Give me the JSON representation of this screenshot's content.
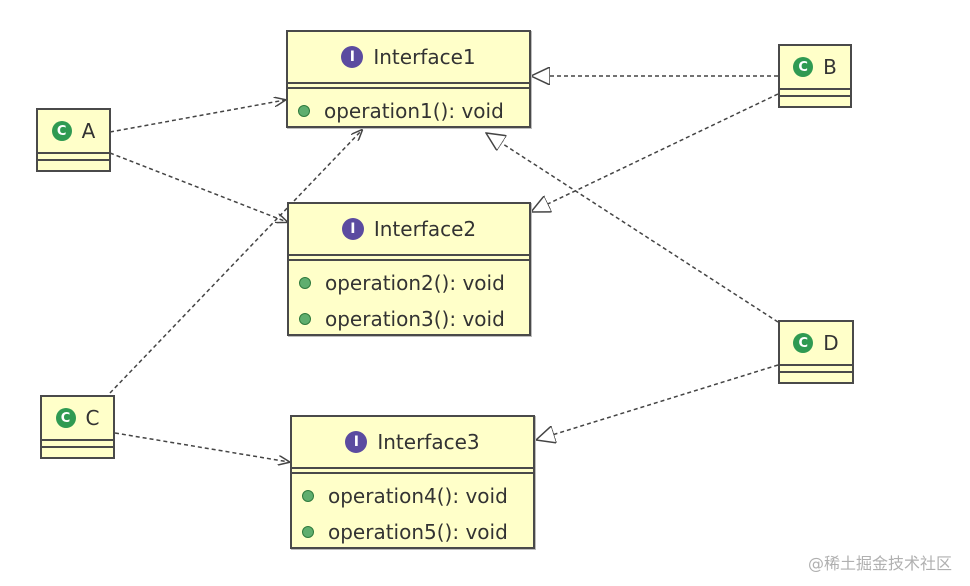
{
  "interfaces": {
    "i1": {
      "badge": "I",
      "name": "Interface1",
      "ops": [
        "operation1(): void"
      ]
    },
    "i2": {
      "badge": "I",
      "name": "Interface2",
      "ops": [
        "operation2(): void",
        "operation3(): void"
      ]
    },
    "i3": {
      "badge": "I",
      "name": "Interface3",
      "ops": [
        "operation4(): void",
        "operation5(): void"
      ]
    }
  },
  "classes": {
    "a": {
      "badge": "C",
      "name": "A"
    },
    "b": {
      "badge": "C",
      "name": "B"
    },
    "c": {
      "badge": "C",
      "name": "C"
    },
    "d": {
      "badge": "C",
      "name": "D"
    }
  },
  "watermark": "@稀土掘金技术社区",
  "colors": {
    "box_fill": "#ffffc9",
    "border": "#4a4a4a",
    "interface_badge": "#5b4ba0",
    "class_badge": "#2f9a52",
    "op_dot": "#5fae6e"
  }
}
